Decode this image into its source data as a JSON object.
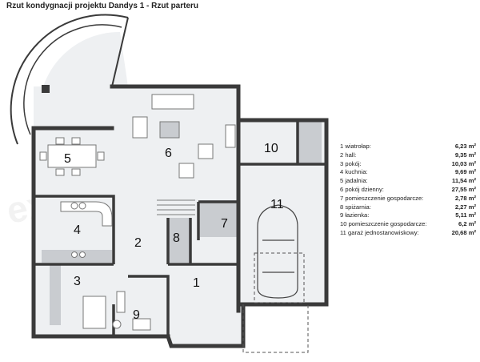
{
  "title": "Rzut kondygnacji projektu Dandys 1 - Rzut parteru",
  "watermark": "extr",
  "rooms": [
    {
      "number": "1",
      "name": "wiatrołap:",
      "area": "6,23 m²"
    },
    {
      "number": "2",
      "name": "hall:",
      "area": "9,35 m²"
    },
    {
      "number": "3",
      "name": "pokój:",
      "area": "10,03 m²"
    },
    {
      "number": "4",
      "name": "kuchnia:",
      "area": "9,69 m²"
    },
    {
      "number": "5",
      "name": "jadalnia:",
      "area": "11,54 m²"
    },
    {
      "number": "6",
      "name": "pokój dzienny:",
      "area": "27,55 m²"
    },
    {
      "number": "7",
      "name": "pomieszczenie gospodarcze:",
      "area": "2,78 m²"
    },
    {
      "number": "8",
      "name": "spiżarnia:",
      "area": "2,27 m²"
    },
    {
      "number": "9",
      "name": "łazienka:",
      "area": "5,11 m²"
    },
    {
      "number": "10",
      "name": "pomieszczenie gospodarcze:",
      "area": "6,2 m²"
    },
    {
      "number": "11",
      "name": "garaż jednostanowiskowy:",
      "area": "20,68 m²"
    }
  ],
  "colors": {
    "wall": "#3a3a3a",
    "room_fill": "#eef0f2",
    "wet_fill": "#c9ccd0",
    "furniture": "#9a9da2"
  }
}
